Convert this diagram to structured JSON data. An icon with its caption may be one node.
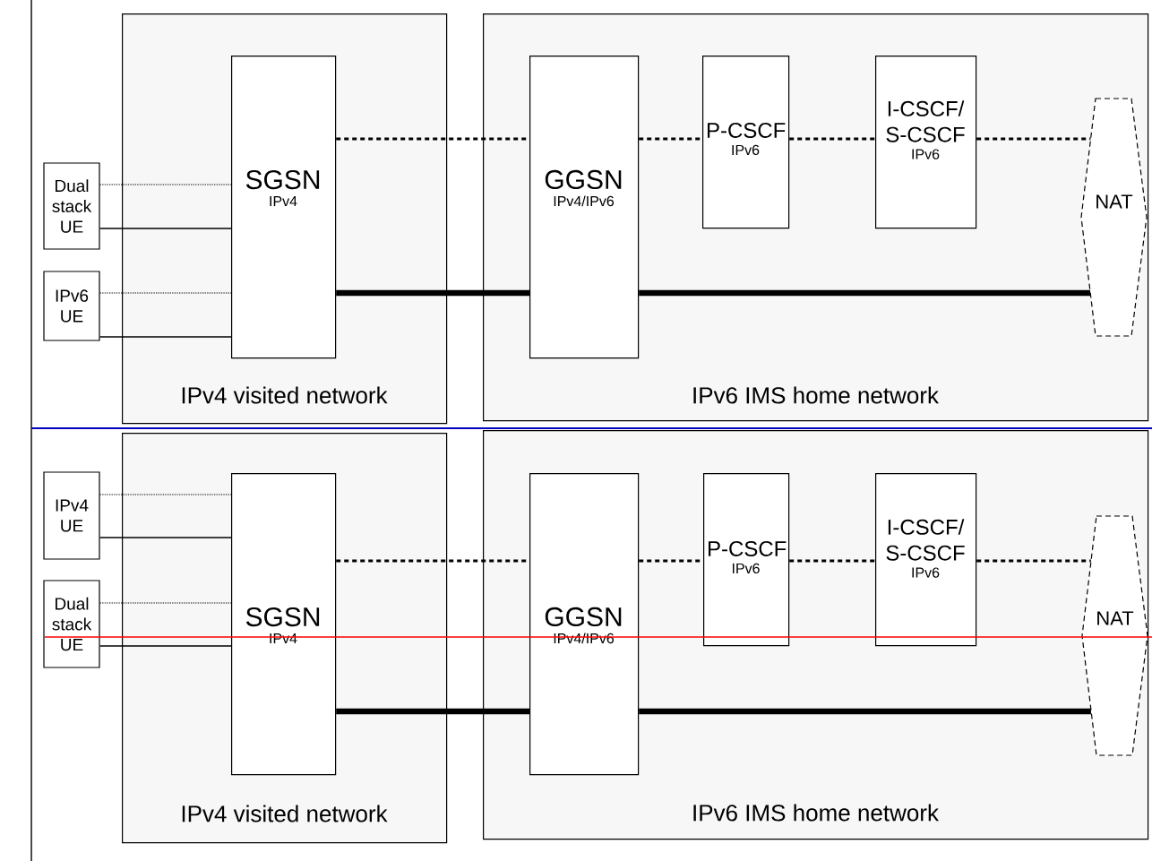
{
  "diagram": {
    "nodes": [
      {
        "text": [
          "Dual stack UE"
        ]
      },
      {
        "text": [
          "IPv6 UE"
        ]
      },
      {
        "text": [
          "IPv4 visited network"
        ]
      },
      {
        "text": [
          "SGSN",
          "IPv4"
        ],
        "in": 2
      },
      {
        "text": [
          "IPv6 IMS home network"
        ]
      },
      {
        "text": [
          "GGSN",
          "IPv4/IPv6"
        ],
        "in": 4
      },
      {
        "text": [
          "P-CSCF",
          "IPv6"
        ],
        "in": 4
      },
      {
        "text": [
          "I-CSCF/ S-CSCF",
          "IPv6"
        ],
        "in": 4
      },
      {
        "text": [
          "NAT"
        ],
        "in": 4
      },
      {
        "text": [
          "IPv4 UE"
        ]
      },
      {
        "text": [
          "Dual stack UE"
        ]
      },
      {
        "text": [
          "IPv4 visited network"
        ]
      },
      {
        "text": [
          "SGSN",
          "IPv4"
        ],
        "in": 11
      },
      {
        "text": [
          "IPv6 IMS home network"
        ]
      },
      {
        "text": [
          "GGSN",
          "IPv4/IPv6"
        ],
        "in": 13
      },
      {
        "text": [
          "P-CSCF",
          "IPv6"
        ],
        "in": 13
      },
      {
        "text": [
          "I-CSCF/ S-CSCF",
          "IPv6"
        ],
        "in": 13
      },
      {
        "text": [
          "NAT"
        ],
        "in": 13
      }
    ],
    "edges": [
      {
        "from": 0,
        "to": 3,
        "arrow": "none",
        "style": "dashed"
      },
      {
        "from": 0,
        "to": 3,
        "arrow": "none"
      },
      {
        "from": 1,
        "to": 3,
        "arrow": "none",
        "style": "dashed"
      },
      {
        "from": 1,
        "to": 3,
        "arrow": "none"
      },
      {
        "from": 3,
        "to": 5,
        "arrow": "none",
        "style": "dashed"
      },
      {
        "from": 5,
        "to": 6,
        "arrow": "none",
        "style": "dashed"
      },
      {
        "from": 6,
        "to": 7,
        "arrow": "none",
        "style": "dashed"
      },
      {
        "from": 7,
        "to": 8,
        "arrow": "none",
        "style": "dashed"
      },
      {
        "from": 3,
        "to": 5,
        "arrow": "none",
        "style": "thick"
      },
      {
        "from": 5,
        "to": 8,
        "arrow": "none",
        "style": "thick"
      },
      {
        "from": 9,
        "to": 12,
        "arrow": "none",
        "style": "dashed"
      },
      {
        "from": 9,
        "to": 12,
        "arrow": "none"
      },
      {
        "from": 10,
        "to": 12,
        "arrow": "none",
        "style": "dashed"
      },
      {
        "from": 10,
        "to": 12,
        "arrow": "none"
      },
      {
        "from": 12,
        "to": 14,
        "arrow": "none",
        "style": "dashed"
      },
      {
        "from": 14,
        "to": 15,
        "arrow": "none",
        "style": "dashed"
      },
      {
        "from": 15,
        "to": 16,
        "arrow": "none",
        "style": "dashed"
      },
      {
        "from": 16,
        "to": 17,
        "arrow": "none",
        "style": "dashed"
      },
      {
        "from": 12,
        "to": 14,
        "arrow": "none",
        "style": "thick"
      },
      {
        "from": 14,
        "to": 17,
        "arrow": "none",
        "style": "thick"
      }
    ]
  }
}
